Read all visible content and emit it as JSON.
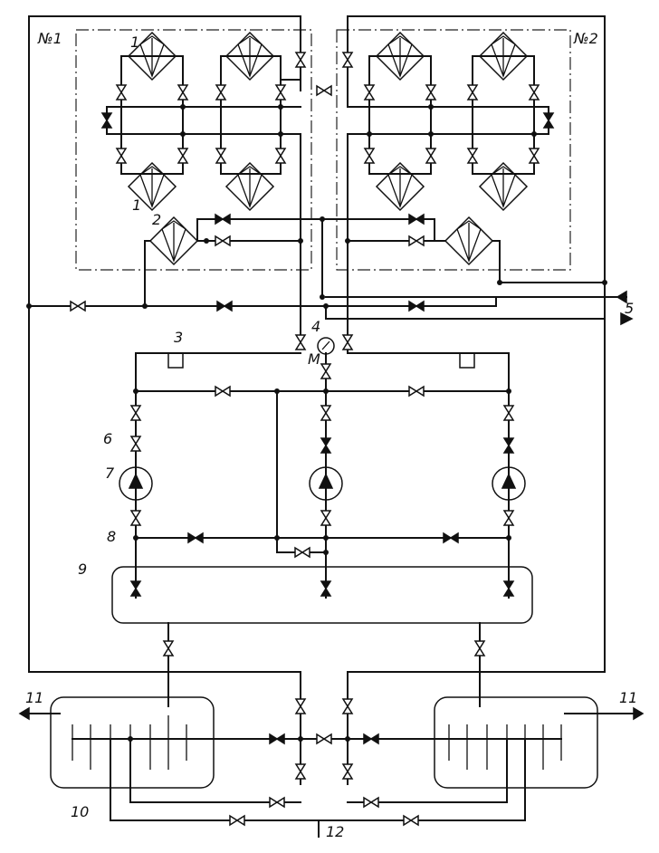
{
  "labels": {
    "block_1": "№1",
    "block_2": "№2",
    "heat_exchanger": "1",
    "heat_exchanger_lower": "1",
    "aux_exchanger": "2",
    "filter_3": "3",
    "gauge": "4",
    "gauge_m": "M",
    "line_5": "5",
    "valve_6": "6",
    "pump_7": "7",
    "pipe_8": "8",
    "tank_9": "9",
    "manifold_10": "10",
    "outlet_left": "11",
    "outlet_right": "11",
    "drain_12": "12"
  },
  "colors": {
    "line": "#111111",
    "background": "#ffffff"
  }
}
